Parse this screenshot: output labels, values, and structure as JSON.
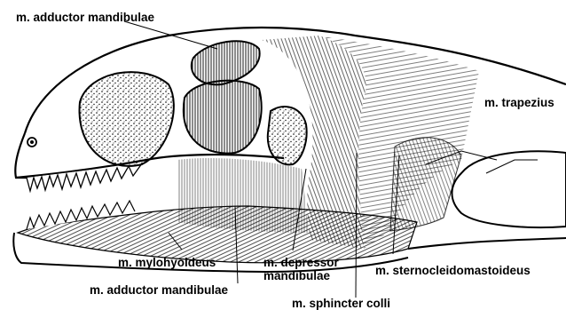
{
  "labels": {
    "adductor_top": "m. adductor mandibulae",
    "trapezius": "m. trapezius",
    "mylohyoideus": "m. mylohyoideus",
    "depressor_line1": "m. depressor",
    "depressor_line2": "mandibulae",
    "sternocleido": "m. sternocleidomastoideus",
    "adductor_bottom": "m. adductor mandibulae",
    "sphincter": "m. sphincter colli"
  }
}
